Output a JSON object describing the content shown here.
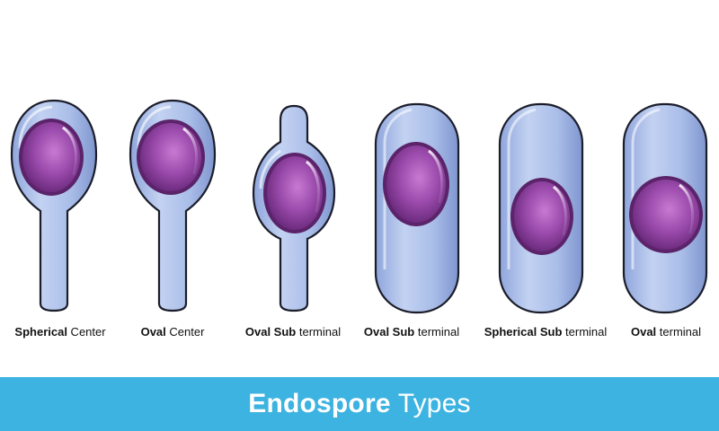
{
  "banner": {
    "title_bold": "Endospore",
    "title_regular": "Types",
    "background_color": "#3cb3e0"
  },
  "colors": {
    "cell_fill": "#a9bde8",
    "cell_outline": "#1b1d2a",
    "spore_fill": "#8e3f9e",
    "spore_highlight": "#c77ad2"
  },
  "types": [
    {
      "bold": "Spherical",
      "regular": " Center"
    },
    {
      "bold": "Oval",
      "regular": " Center"
    },
    {
      "bold": "Oval Sub",
      "regular": " terminal"
    },
    {
      "bold": "Oval Sub",
      "regular": " terminal"
    },
    {
      "bold": "Spherical Sub",
      "regular": " terminal"
    },
    {
      "bold": "Oval",
      "regular": " terminal"
    }
  ]
}
